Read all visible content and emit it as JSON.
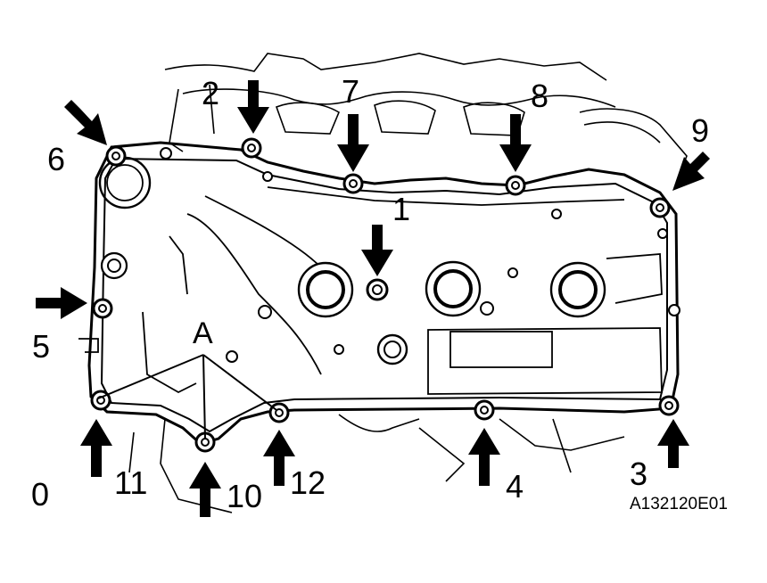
{
  "figure": {
    "bolt_labels": [
      "1",
      "2",
      "3",
      "4",
      "5",
      "6",
      "7",
      "8",
      "9",
      "10",
      "11",
      "12"
    ],
    "callout_label": "A",
    "corner_mark": "0",
    "figure_code": "A132120E01"
  }
}
